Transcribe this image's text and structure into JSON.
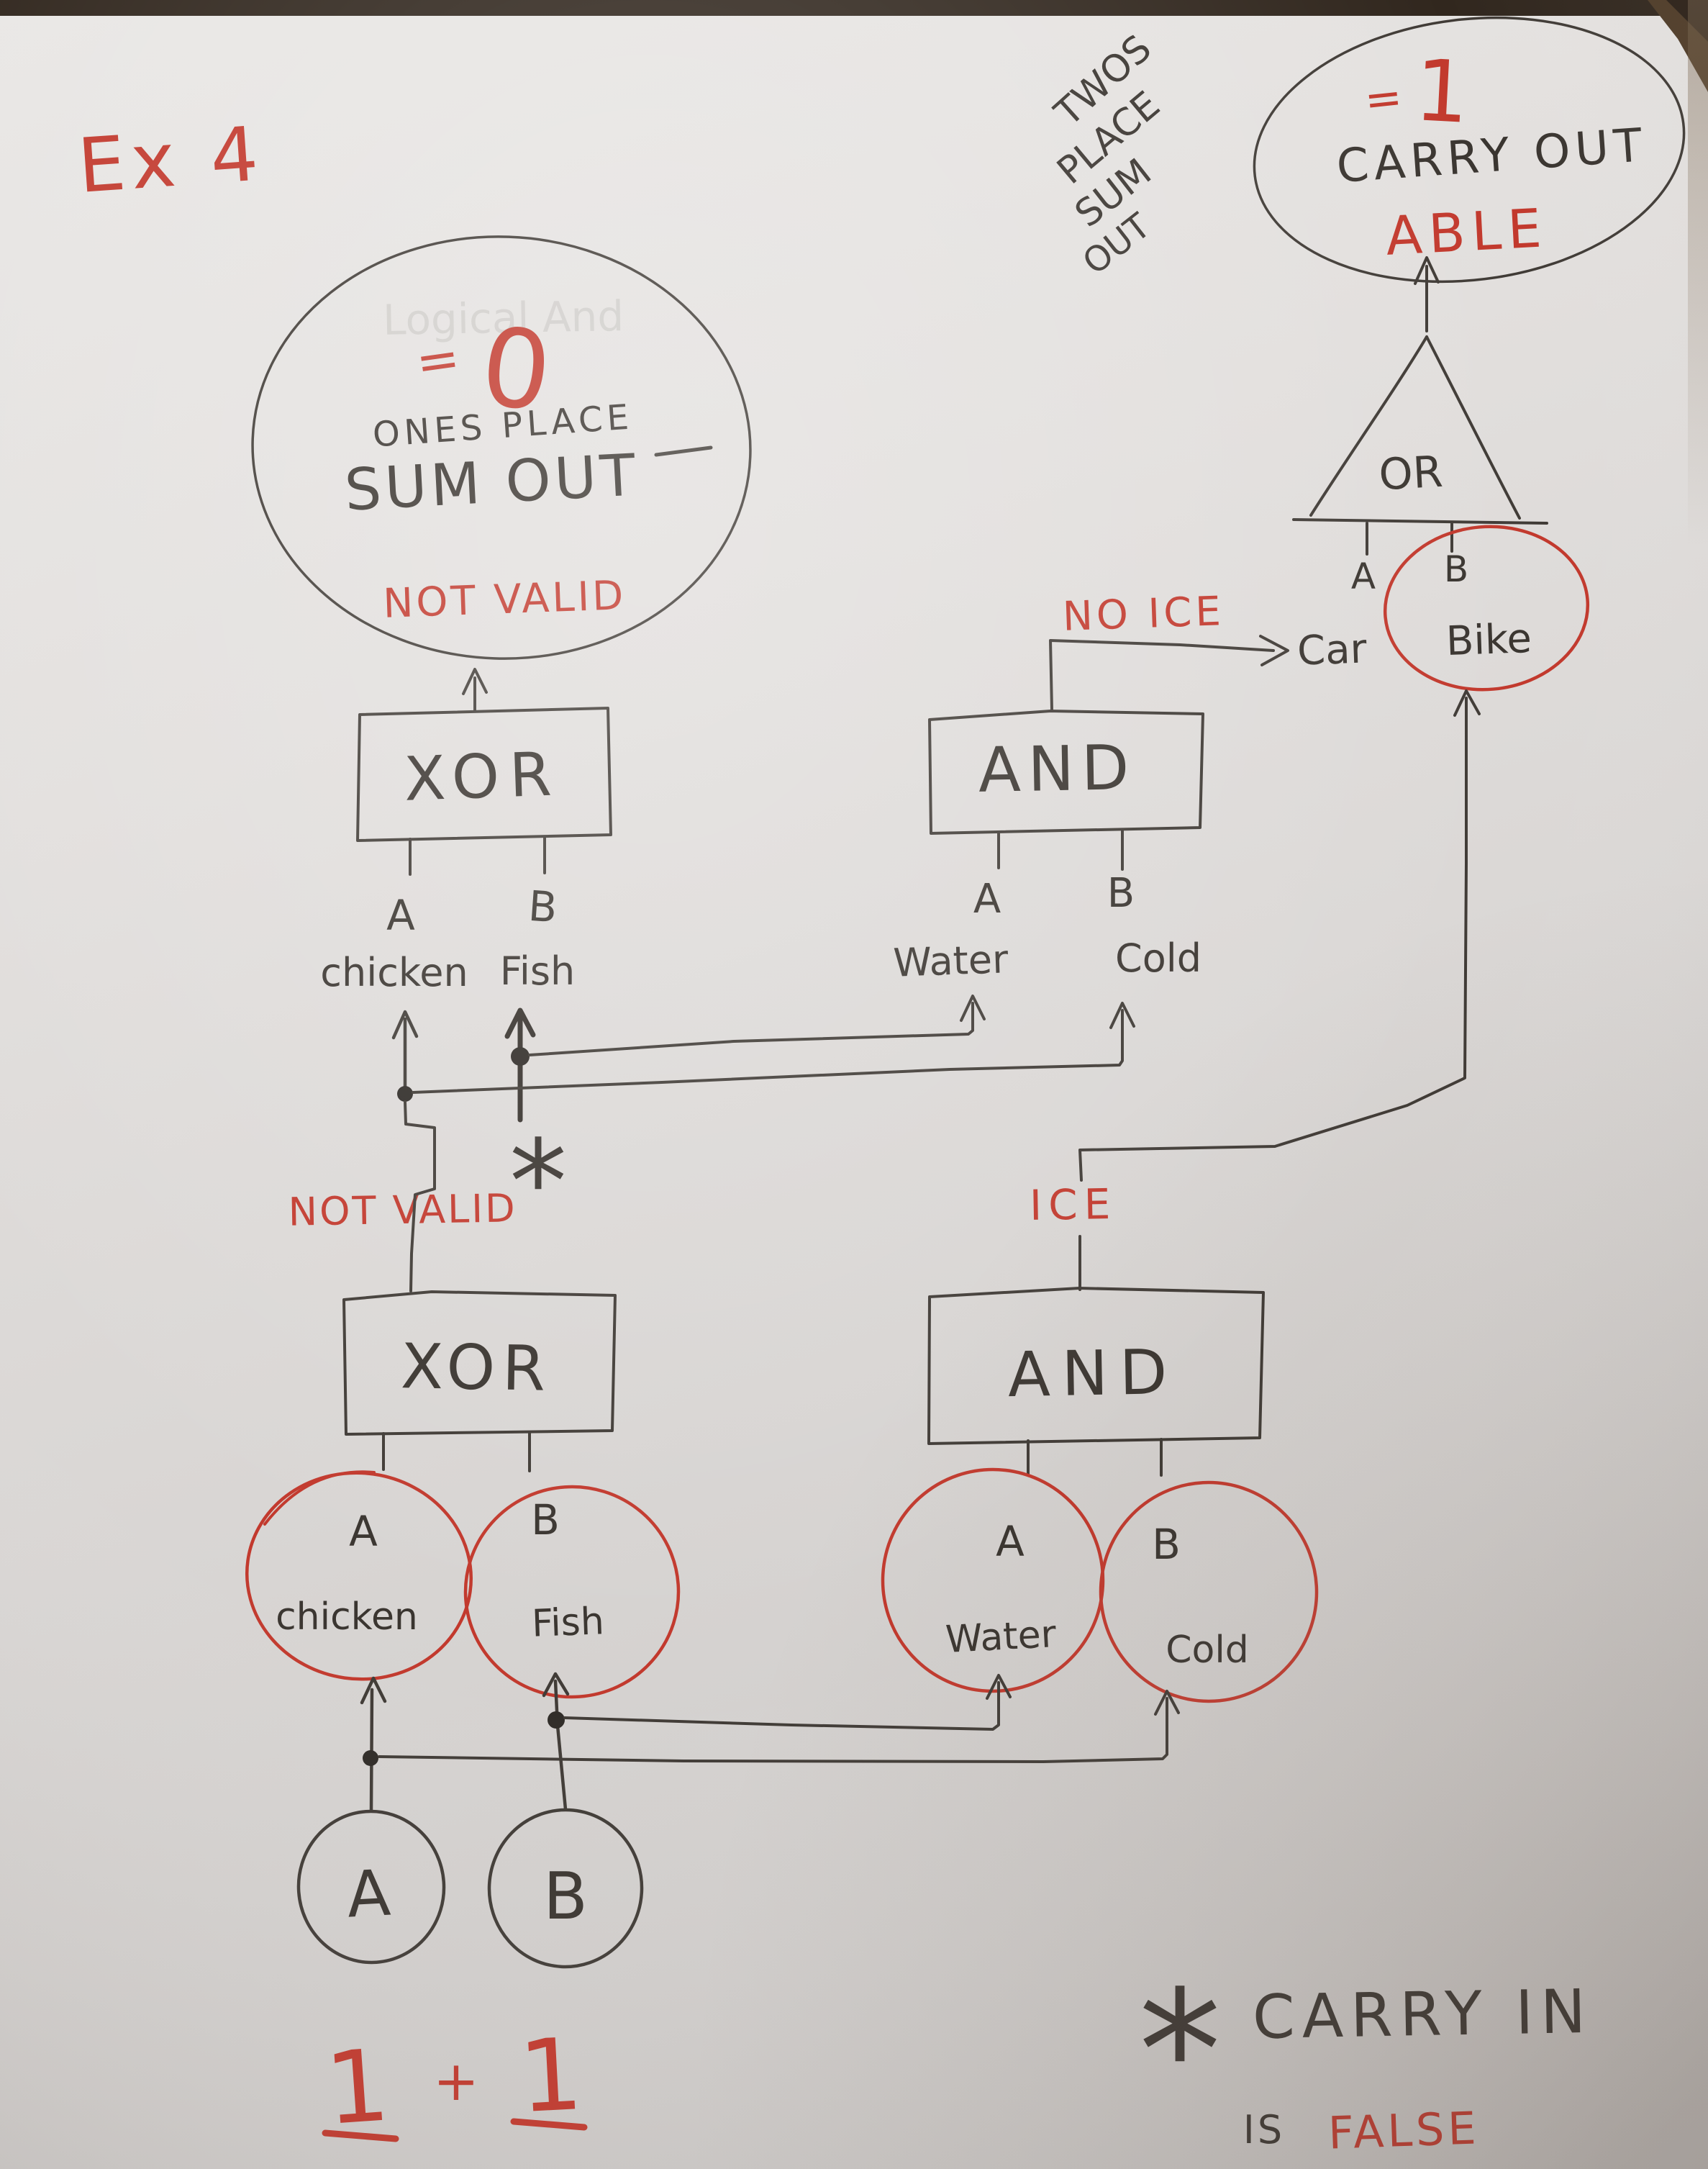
{
  "page_title": "Ex 4",
  "colors": {
    "ink": "#3a3530",
    "red": "#c2392d",
    "paper": "#dcd9d7"
  },
  "sum_bubble": {
    "eq": "=",
    "value": "0",
    "caption": "ONES PLACE",
    "title": "SUM OUT",
    "verdict": "NOT VALID"
  },
  "carry_bubble": {
    "eq": "=",
    "value": "1",
    "title": "CARRY OUT",
    "verdict": "ABLE"
  },
  "twos_note": {
    "l1": "TWOS",
    "l2": "PLACE",
    "l3": "SUM",
    "l4": "OUT"
  },
  "or_gate": {
    "label": "OR",
    "a": "A",
    "b": "B",
    "b_val": "Bike"
  },
  "top_and": {
    "label": "AND",
    "a": "A",
    "b": "B",
    "a_val": "Water",
    "b_val": "Cold",
    "out_note": "NO ICE",
    "out_target": "Car"
  },
  "top_xor": {
    "label": "XOR",
    "a": "A",
    "b": "B",
    "a_val": "chicken",
    "b_val": "Fish",
    "carry_marker": "*"
  },
  "low_xor": {
    "label": "XOR",
    "verdict": "NOT VALID",
    "a": "A",
    "b": "B",
    "a_val": "chicken",
    "b_val": "Fish"
  },
  "low_and": {
    "label": "AND",
    "out": "ICE",
    "a": "A",
    "b": "B",
    "a_val": "Water",
    "b_val": "Cold"
  },
  "inputs": {
    "a": "A",
    "b": "B",
    "eq_left": "1",
    "eq_op": "+",
    "eq_right": "1"
  },
  "footnote": {
    "marker": "*",
    "line1": "CARRY IN",
    "line2a": "IS",
    "line2b": "FALSE"
  },
  "ghost_text": "Logical And"
}
